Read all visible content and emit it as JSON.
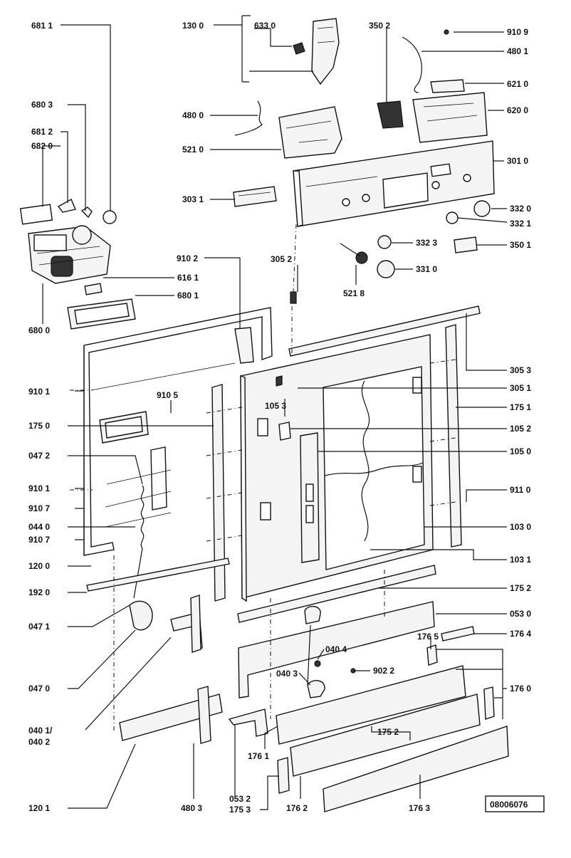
{
  "diagram": {
    "reference_code": "08006076",
    "labels": [
      {
        "id": "l6811",
        "text": "681 1"
      },
      {
        "id": "l1300",
        "text": "130 0"
      },
      {
        "id": "l6330",
        "text": "633 0"
      },
      {
        "id": "l3502",
        "text": "350 2"
      },
      {
        "id": "l9109",
        "text": "910 9"
      },
      {
        "id": "l4801",
        "text": "480 1"
      },
      {
        "id": "l6803",
        "text": "680 3"
      },
      {
        "id": "l6210",
        "text": "621 0"
      },
      {
        "id": "l4800",
        "text": "480 0"
      },
      {
        "id": "l6200",
        "text": "620 0"
      },
      {
        "id": "l6812",
        "text": "681 2"
      },
      {
        "id": "l6820",
        "text": "682 0"
      },
      {
        "id": "l5210",
        "text": "521 0"
      },
      {
        "id": "l3010",
        "text": "301 0"
      },
      {
        "id": "l3031",
        "text": "303 1"
      },
      {
        "id": "l3320",
        "text": "332 0"
      },
      {
        "id": "l3321",
        "text": "332 1"
      },
      {
        "id": "l3052",
        "text": "305 2"
      },
      {
        "id": "l3323",
        "text": "332 3"
      },
      {
        "id": "l3501",
        "text": "350 1"
      },
      {
        "id": "l9102",
        "text": "910 2"
      },
      {
        "id": "l3310",
        "text": "331 0"
      },
      {
        "id": "l6161",
        "text": "616 1"
      },
      {
        "id": "l5218",
        "text": "521 8"
      },
      {
        "id": "l6801",
        "text": "680 1"
      },
      {
        "id": "l6800",
        "text": "680 0"
      },
      {
        "id": "l3053",
        "text": "305 3"
      },
      {
        "id": "l9101a",
        "text": "910 1"
      },
      {
        "id": "l3051",
        "text": "305 1"
      },
      {
        "id": "l9105",
        "text": "910 5"
      },
      {
        "id": "l1053",
        "text": "105 3"
      },
      {
        "id": "l1751",
        "text": "175 1"
      },
      {
        "id": "l1750",
        "text": "175 0"
      },
      {
        "id": "l1052",
        "text": "105 2"
      },
      {
        "id": "l0472",
        "text": "047 2"
      },
      {
        "id": "l1050",
        "text": "105 0"
      },
      {
        "id": "l9101b",
        "text": "910 1"
      },
      {
        "id": "l9110",
        "text": "911 0"
      },
      {
        "id": "l9107a",
        "text": "910 7"
      },
      {
        "id": "l0440",
        "text": "044 0"
      },
      {
        "id": "l1030",
        "text": "103 0"
      },
      {
        "id": "l9107b",
        "text": "910 7"
      },
      {
        "id": "l1200",
        "text": "120 0"
      },
      {
        "id": "l1031",
        "text": "103 1"
      },
      {
        "id": "l1920",
        "text": "192 0"
      },
      {
        "id": "l1752a",
        "text": "175 2"
      },
      {
        "id": "l0530",
        "text": "053 0"
      },
      {
        "id": "l0471",
        "text": "047 1"
      },
      {
        "id": "l1765",
        "text": "176 5"
      },
      {
        "id": "l1764",
        "text": "176 4"
      },
      {
        "id": "l0404",
        "text": "040 4"
      },
      {
        "id": "l0403",
        "text": "040 3"
      },
      {
        "id": "l9022",
        "text": "902 2"
      },
      {
        "id": "l0470",
        "text": "047 0"
      },
      {
        "id": "l1760",
        "text": "176 0"
      },
      {
        "id": "l1761",
        "text": "176 1"
      },
      {
        "id": "l1752b",
        "text": "175 2"
      },
      {
        "id": "l0401",
        "text": "040 1/"
      },
      {
        "id": "l0402",
        "text": "040 2"
      },
      {
        "id": "l0532",
        "text": "053 2"
      },
      {
        "id": "l1753",
        "text": "175 3"
      },
      {
        "id": "l1201",
        "text": "120 1"
      },
      {
        "id": "l4803",
        "text": "480 3"
      },
      {
        "id": "l1762",
        "text": "176 2"
      },
      {
        "id": "l1763",
        "text": "176 3"
      }
    ]
  }
}
